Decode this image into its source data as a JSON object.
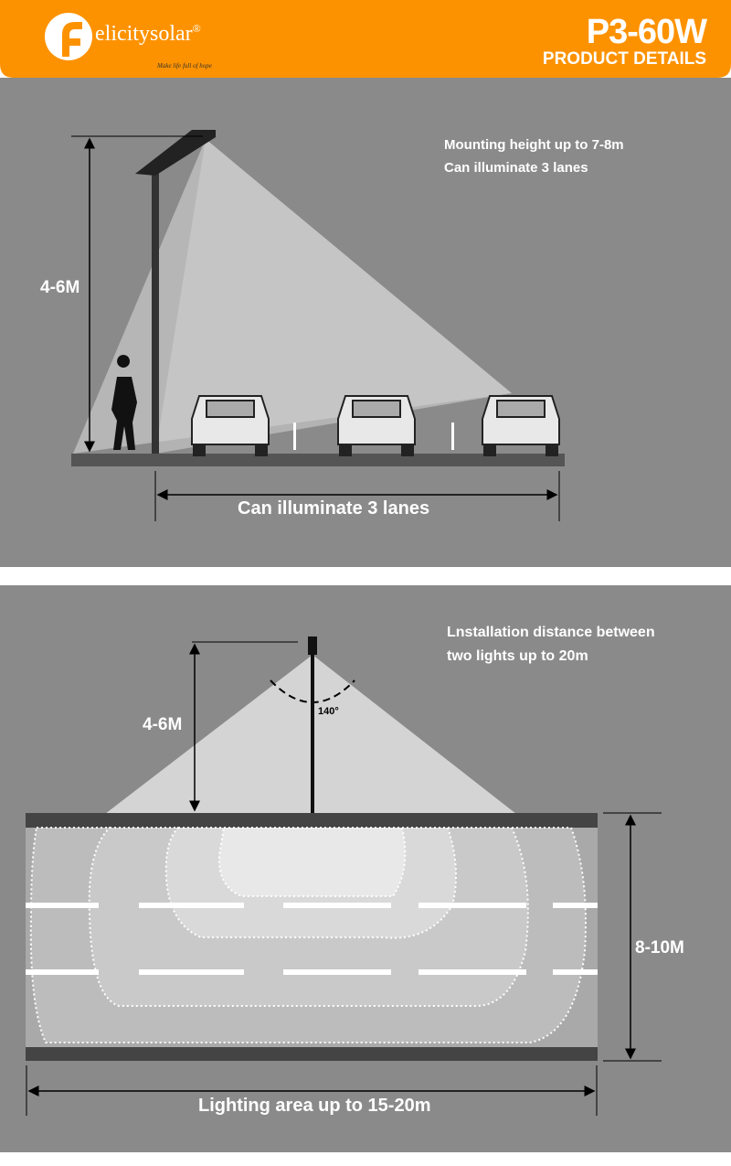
{
  "header": {
    "brand": "elicitysolar",
    "brand_mark": "®",
    "slogan": "Make life full of hope",
    "model": "P3-60W",
    "subtitle": "PRODUCT DETAILS",
    "color": "#fd9200"
  },
  "panel1": {
    "note_line1": "Mounting height up to 7-8m",
    "note_line2": "Can illuminate 3 lanes",
    "height_label": "4-6M",
    "width_label": "Can illuminate 3 lanes"
  },
  "panel2": {
    "note_line1": "Lnstallation distance between",
    "note_line2": "two lights up to 20m",
    "angle_label": "140°",
    "height_label": "4-6M",
    "road_width_label": "8-10M",
    "area_label": "Lighting area up to 15-20m"
  }
}
